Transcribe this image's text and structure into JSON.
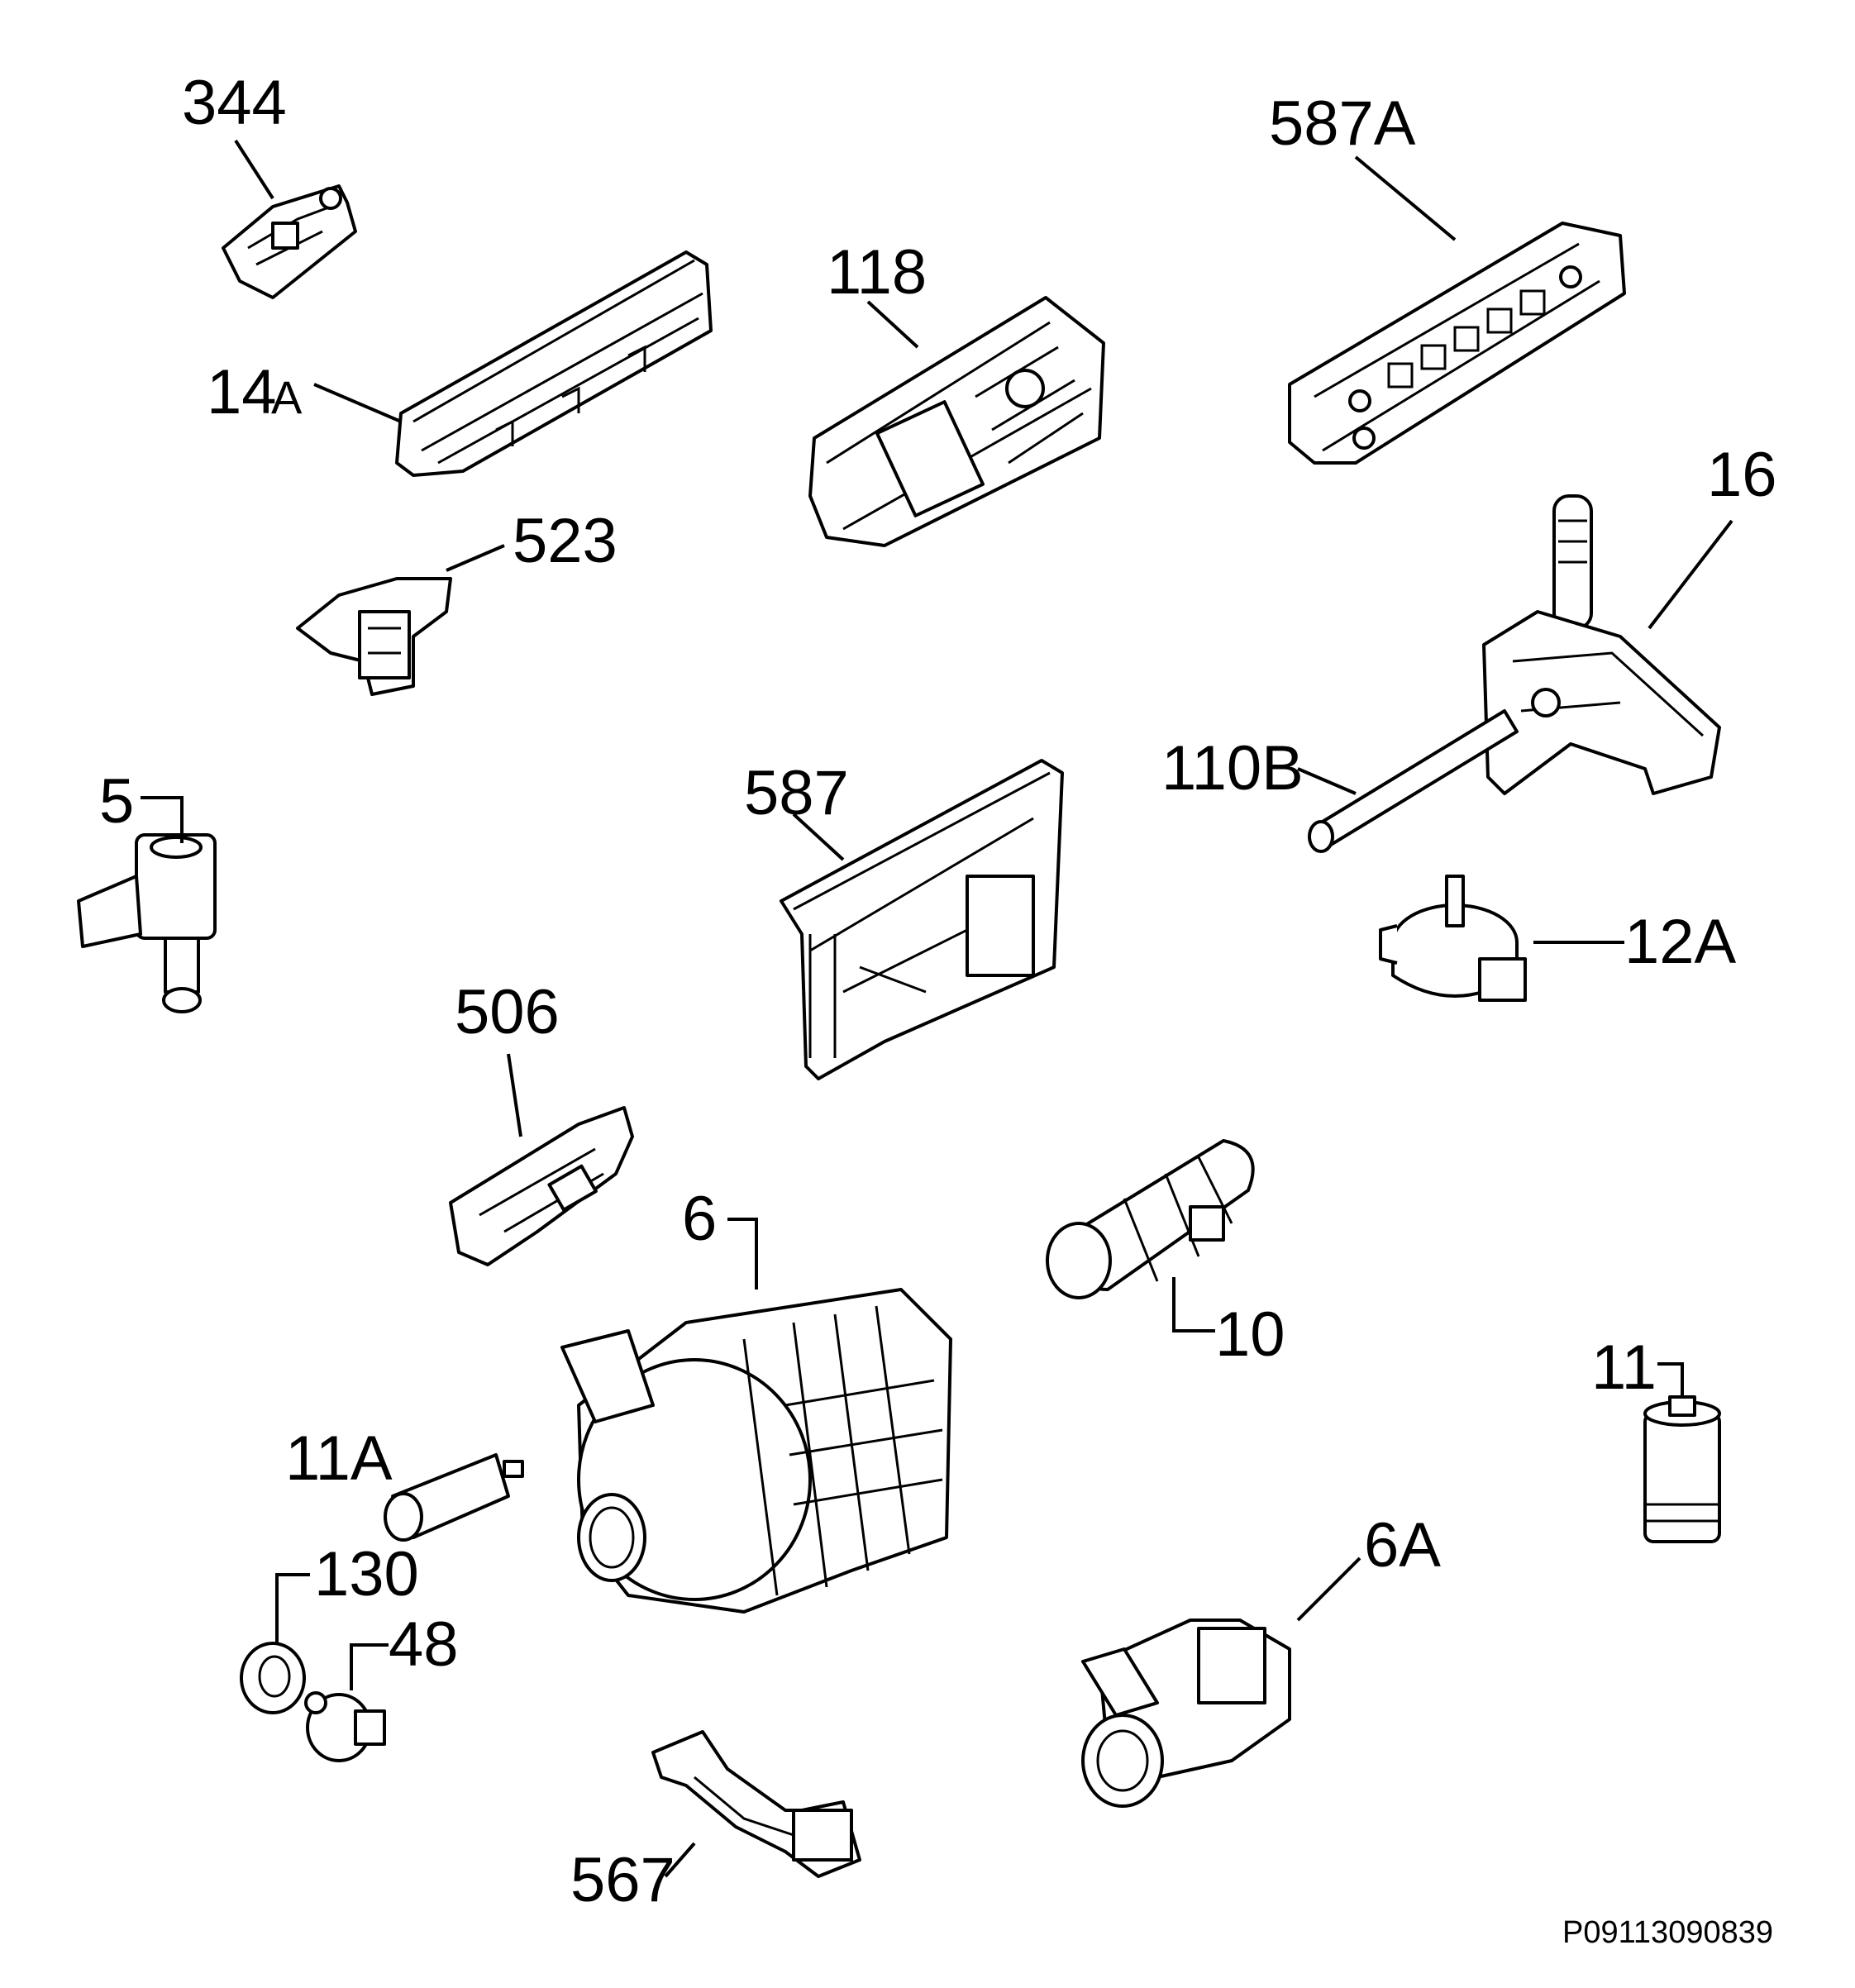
{
  "diagram": {
    "callouts": [
      {
        "id": "344",
        "label": "344"
      },
      {
        "id": "587A",
        "label": "587A"
      },
      {
        "id": "118",
        "label": "118"
      },
      {
        "id": "14A-num",
        "label": "14"
      },
      {
        "id": "14A-suffix",
        "label": "A"
      },
      {
        "id": "523",
        "label": "523"
      },
      {
        "id": "16",
        "label": "16"
      },
      {
        "id": "5",
        "label": "5"
      },
      {
        "id": "587",
        "label": "587"
      },
      {
        "id": "110B",
        "label": "110B"
      },
      {
        "id": "12A",
        "label": "12A"
      },
      {
        "id": "506",
        "label": "506"
      },
      {
        "id": "6",
        "label": "6"
      },
      {
        "id": "10",
        "label": "10"
      },
      {
        "id": "11",
        "label": "11"
      },
      {
        "id": "11A",
        "label": "11A"
      },
      {
        "id": "130",
        "label": "130"
      },
      {
        "id": "48",
        "label": "48"
      },
      {
        "id": "6A",
        "label": "6A"
      },
      {
        "id": "567",
        "label": "567"
      }
    ],
    "drawing_code": "P09113090839"
  }
}
